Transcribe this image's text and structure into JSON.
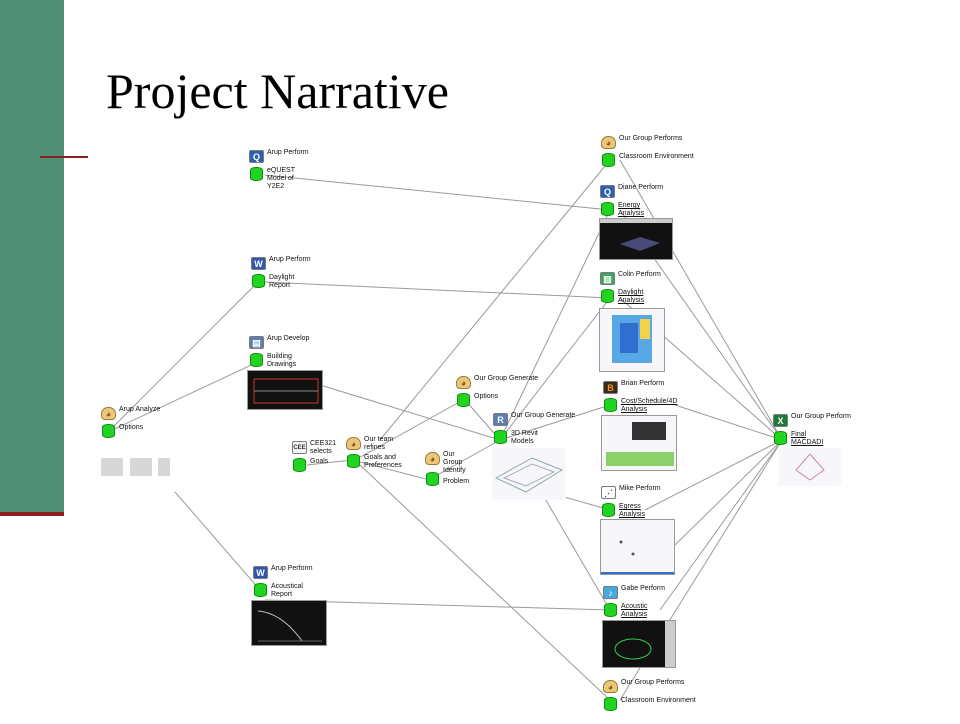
{
  "slide": {
    "title": "Project Narrative"
  },
  "colors": {
    "sidebar": "#4f8f77",
    "accent": "#8c1f1f",
    "datastore": "#22d422",
    "connector": "#9a9a9a"
  },
  "nodes": {
    "ourgroup_perf_top": {
      "icon": "brain-icon",
      "verb": "Our Group Performs",
      "object": "Classroom Environment"
    },
    "arup_perf_equest": {
      "icon": "equest-icon",
      "verb": "Arup Perform",
      "object": "eQUEST Model of Y2E2"
    },
    "diane": {
      "icon": "equest-icon",
      "verb": "Diane Perform",
      "object": "Energy Analysis"
    },
    "arup_daylight": {
      "icon": "word-doc-icon",
      "verb": "Arup Perform",
      "object": "Daylight Report"
    },
    "colin": {
      "icon": "chart-icon",
      "verb": "Colin Perform",
      "object": "Daylight Analysis"
    },
    "arup_develop": {
      "icon": "drawing-icon",
      "verb": "Arup Develop",
      "object": "Building Drawings"
    },
    "ourgroup_generate_opts": {
      "icon": "brain-icon",
      "verb": "Our Group Generate",
      "object": "Options"
    },
    "brian": {
      "icon": "b-logo-icon",
      "verb": "Brian Perform",
      "object": "Cost/Schedule/4D Analysis"
    },
    "arup_analyze": {
      "icon": "brain-icon",
      "verb": "Arup Analyze",
      "object": "Options"
    },
    "ourgroup_generate_revit": {
      "icon": "revit-icon",
      "verb": "Our Group Generate",
      "object": "3D Revit Models"
    },
    "ourgroup_final": {
      "icon": "excel-icon",
      "verb": "Our Group Perform",
      "object": "Final MACDADI"
    },
    "cee321": {
      "icon": "cee-logo-icon",
      "verb": "CEE321 selects",
      "object": "Goals"
    },
    "team_refines": {
      "icon": "brain-icon",
      "verb": "Our team refines",
      "object": "Goals and Preferences"
    },
    "ourgroup_identify": {
      "icon": "brain-icon",
      "verb": "Our Group Identify",
      "object": "Problem"
    },
    "mike": {
      "icon": "scatter-icon",
      "verb": "Mike Perform",
      "object": "Egress Analysis"
    },
    "arup_acoustic": {
      "icon": "word-doc-icon",
      "verb": "Arup Perform",
      "object": "Acoustical Report"
    },
    "gabe": {
      "icon": "sound-icon",
      "verb": "Gabe Perform",
      "object": "Acoustic Analysis"
    },
    "ourgroup_perf_bottom": {
      "icon": "brain-icon",
      "verb": "Our Group Performs",
      "object": "Classroom Environment"
    }
  }
}
